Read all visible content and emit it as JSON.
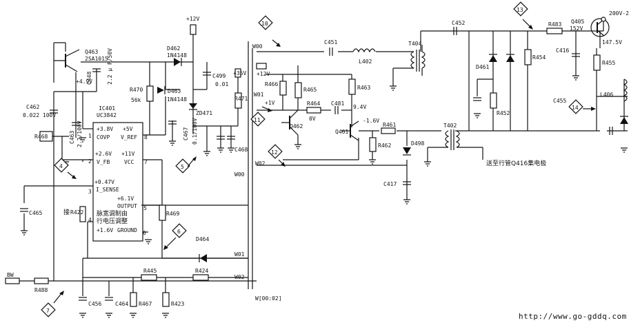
{
  "labels": {
    "v12_top": "+12V",
    "q463": "Q463",
    "q463_type": "2SA1015",
    "v49": "+4.9V",
    "c462": "C462",
    "c462_val": "0.022 100V",
    "c463": "C463",
    "c463_val": "2.2/100V",
    "c448": "C448",
    "c448_val": "2.2 μ F/50V",
    "r468": "R468",
    "d462": "D462",
    "d462_type": "1N4148",
    "d463": "D463",
    "d463_type": "1N4148",
    "r470": "R470",
    "r470_val": "56k",
    "ic401": "IC401",
    "ic_type": "UC3842",
    "ic_covp": "COVP",
    "ic_vref": "V_REF",
    "ic_vfb": "V_FB",
    "ic_vcc": "VCC",
    "ic_isense": "I_SENSE",
    "ic_output": "OUTPUT",
    "ic_ground": "GROUND",
    "ic_desc1": "脉宽调制由",
    "ic_desc2": "行电压调整",
    "v38": "+3.8V",
    "v5": "+5V",
    "v26": "+2.6V",
    "v11": "+11V",
    "v047": "+0.47V",
    "v61": "+6.1V",
    "v16": "+1.6V",
    "pin1": "1",
    "pin2": "2",
    "pin3": "3",
    "pin4": "4",
    "pin5": "5",
    "pin6": "6",
    "pin7": "7",
    "pin8": "8",
    "c467": "C467",
    "c467_val": "0.1/100V",
    "zd471": "ZD471",
    "c499": "C499",
    "c499_val": "0.01",
    "v35": "+35V",
    "r471": "R471",
    "c468": "C468",
    "c465": "C465",
    "r422": "R422",
    "r422_prefix": "接",
    "r469": "R469",
    "d464": "D464",
    "w00_a": "W00",
    "w00_b": "W00",
    "w01_a": "W01",
    "w01_b": "W01",
    "w02_a": "W02",
    "w02_b": "W02",
    "bw": "BW",
    "r488": "R488",
    "r445": "R445",
    "r424": "R424",
    "c456": "C456",
    "c464": "C464",
    "r467": "R467",
    "r423": "R423",
    "w_coord": "W[00:02]",
    "v12_mid": "+12V",
    "r466": "R466",
    "r465": "R465",
    "r463": "R463",
    "r464": "R464",
    "ov": "0V",
    "v1": "+1V",
    "q462": "Q462",
    "q461": "Q461",
    "c481": "C481",
    "v94": "9.4V",
    "vm16": "-1.6V",
    "r461": "R461",
    "r462": "R462",
    "d498": "D498",
    "c417": "C417",
    "c451": "C451",
    "l402": "L402",
    "t404": "T404",
    "c452": "C452",
    "t402": "T402",
    "d461": "D461",
    "r452": "R452",
    "r454": "R454",
    "r483": "R483",
    "q405": "Q405",
    "v152": "152V",
    "v200": "200V-2",
    "v1475": "147.5V",
    "c416": "C416",
    "r455": "R455",
    "l406": "L406",
    "c455": "C455",
    "note_cn": "送至行管Q416集电极"
  },
  "markers": [
    "4",
    "5",
    "6",
    "7",
    "10",
    "11",
    "12",
    "13",
    "14"
  ],
  "watermark": "http://www.go-gddq.com"
}
